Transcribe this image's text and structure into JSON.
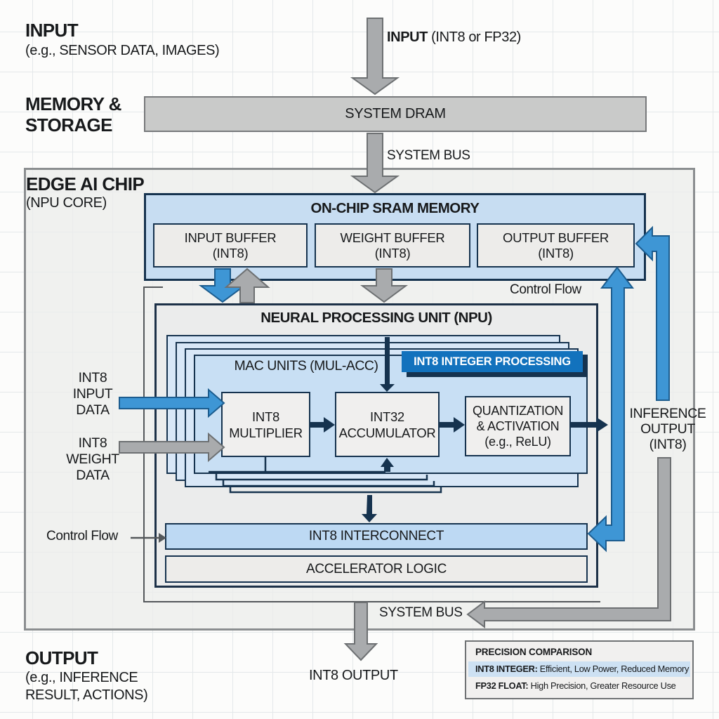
{
  "side": {
    "input_title": "INPUT",
    "input_sub": "(e.g., SENSOR DATA, IMAGES)",
    "memory_lines": [
      "MEMORY &",
      "STORAGE"
    ],
    "chip_title": "EDGE AI CHIP",
    "chip_sub": "(NPU CORE)",
    "output_title": "OUTPUT",
    "output_sub_lines": [
      "(e.g., INFERENCE",
      "RESULT, ACTIONS)"
    ],
    "input_data_lines": [
      "INT8",
      "INPUT",
      "DATA"
    ],
    "weight_data_lines": [
      "INT8",
      "WEIGHT",
      "DATA"
    ],
    "control_flow_left": "Control Flow"
  },
  "flow": {
    "top_arrow_bold": "INPUT",
    "top_arrow_rest": " (INT8 or FP32)",
    "system_bus_top": "SYSTEM BUS",
    "system_bus_bottom": "SYSTEM BUS",
    "int8_output": "INT8 OUTPUT",
    "control_flow_right": "Control Flow",
    "inference_lines": [
      "INFERENCE",
      "OUTPUT",
      "(INT8)"
    ]
  },
  "blocks": {
    "dram": "SYSTEM DRAM",
    "sram_title": "ON-CHIP SRAM MEMORY",
    "input_buffer": [
      "INPUT BUFFER",
      "(INT8)"
    ],
    "weight_buffer": [
      "WEIGHT BUFFER",
      "(INT8)"
    ],
    "output_buffer": [
      "OUTPUT BUFFER",
      "(INT8)"
    ],
    "npu_title": "NEURAL PROCESSING UNIT (NPU)",
    "mac_label": "MAC UNITS (MUL-ACC)",
    "badge": "INT8 INTEGER PROCESSING",
    "multiplier": [
      "INT8",
      "MULTIPLIER"
    ],
    "accumulator": [
      "INT32",
      "ACCUMULATOR"
    ],
    "quantization": [
      "QUANTIZATION",
      "& ACTIVATION",
      "(e.g., ReLU)"
    ],
    "interconnect": "INT8 INTERCONNECT",
    "accelerator": "ACCELERATOR LOGIC"
  },
  "legend": {
    "title": "PRECISION COMPARISON",
    "rows": [
      {
        "bold": "INT8 INTEGER:",
        "rest": " Efficient, Low Power, Reduced Memory"
      },
      {
        "bold": "FP32 FLOAT:",
        "rest": " High Precision, Greater Resource Use"
      }
    ]
  },
  "colors": {
    "accent_blue": "#1272bd",
    "light_blue_fill": "#c8dff4",
    "navy_border": "#16334f",
    "gray_arrow": "#a9abad",
    "blue_arrow": "#3e96d5",
    "highlight_row": "#cde1f3"
  }
}
